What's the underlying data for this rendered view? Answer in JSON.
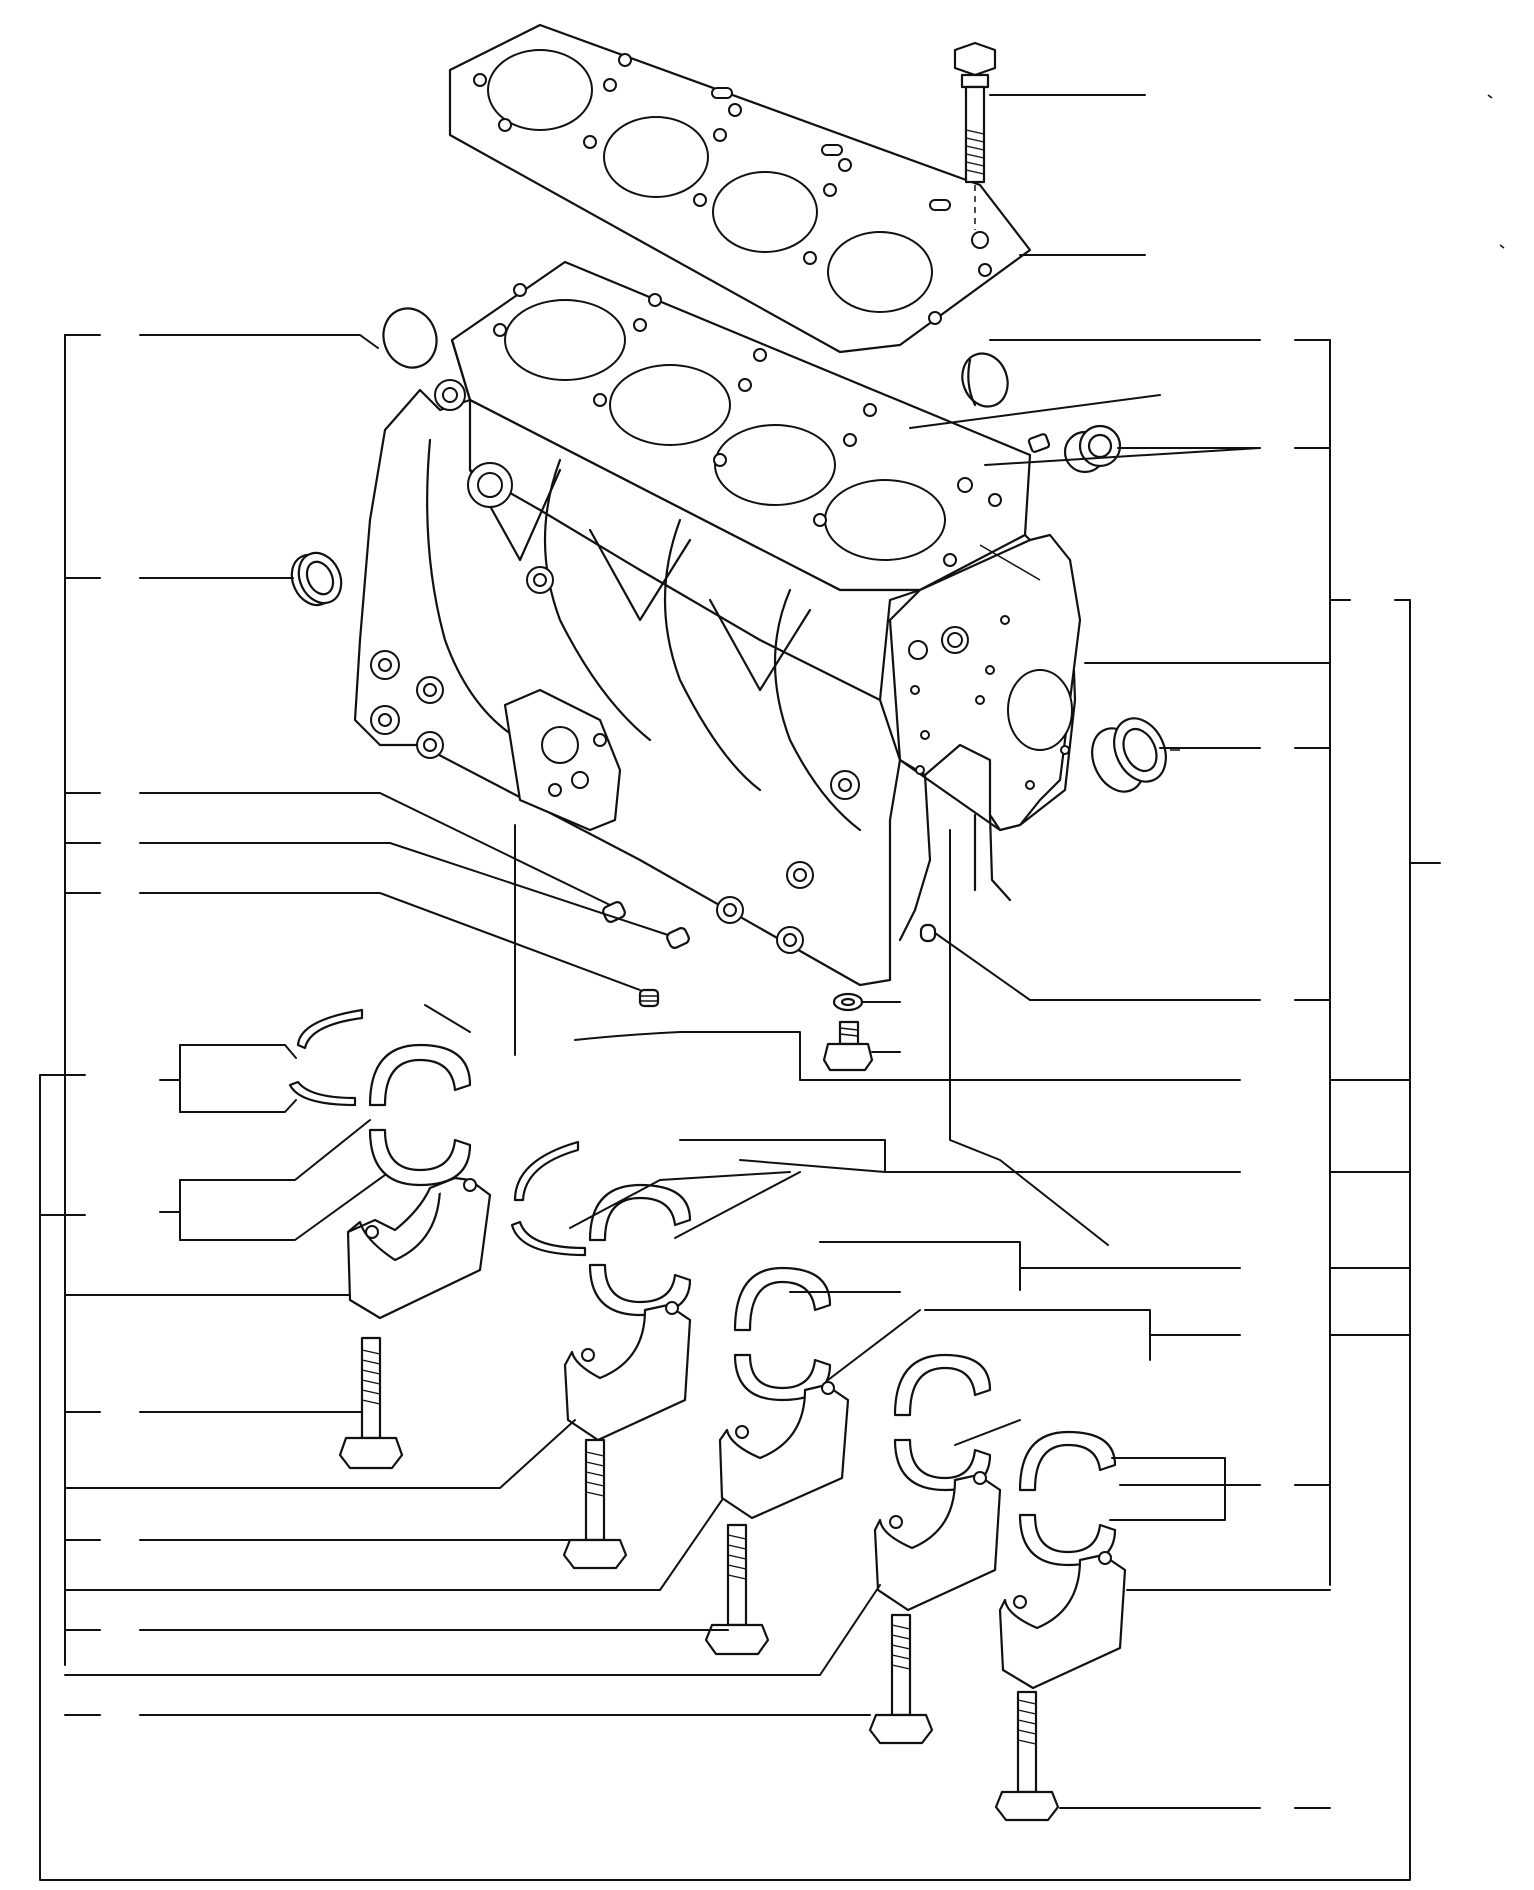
{
  "diagram": {
    "title": "",
    "callout_labels": [],
    "parts": [
      {
        "id": "cylinder-head-gasket",
        "kind": "gasket"
      },
      {
        "id": "head-bolt",
        "kind": "bolt"
      },
      {
        "id": "cylinder-block",
        "kind": "block"
      },
      {
        "id": "expansion-plug-left",
        "kind": "plug"
      },
      {
        "id": "expansion-plug-right",
        "kind": "plug"
      },
      {
        "id": "small-plug-top",
        "kind": "plug"
      },
      {
        "id": "cap-plug",
        "kind": "plug"
      },
      {
        "id": "rear-oil-seal-left",
        "kind": "seal"
      },
      {
        "id": "bushing-right",
        "kind": "bushing"
      },
      {
        "id": "dowel-pin",
        "kind": "pin"
      },
      {
        "id": "drain-plug",
        "kind": "plug"
      },
      {
        "id": "washer",
        "kind": "washer"
      },
      {
        "id": "thrust-washers",
        "kind": "washer"
      },
      {
        "id": "main-bearings",
        "kind": "bearing"
      },
      {
        "id": "main-bearing-caps",
        "kind": "cap"
      },
      {
        "id": "cap-bolts",
        "kind": "bolt"
      }
    ]
  }
}
